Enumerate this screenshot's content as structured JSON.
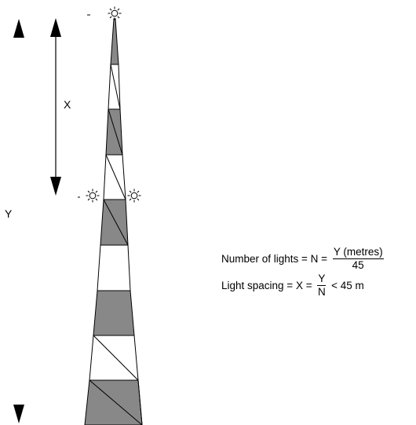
{
  "labels": {
    "x": "X",
    "y": "Y"
  },
  "formulas": {
    "lights_prefix": "Number of lights = N = ",
    "lights_num": "Y (metres)",
    "lights_den": "45",
    "spacing_prefix": "Light spacing = X = ",
    "spacing_num": "Y",
    "spacing_den": "N",
    "spacing_suffix": " < 45 m"
  },
  "colors": {
    "shaded_section": "#888888",
    "line": "#000000",
    "background": "#ffffff"
  },
  "icons": {
    "light": "sun-light-icon"
  }
}
